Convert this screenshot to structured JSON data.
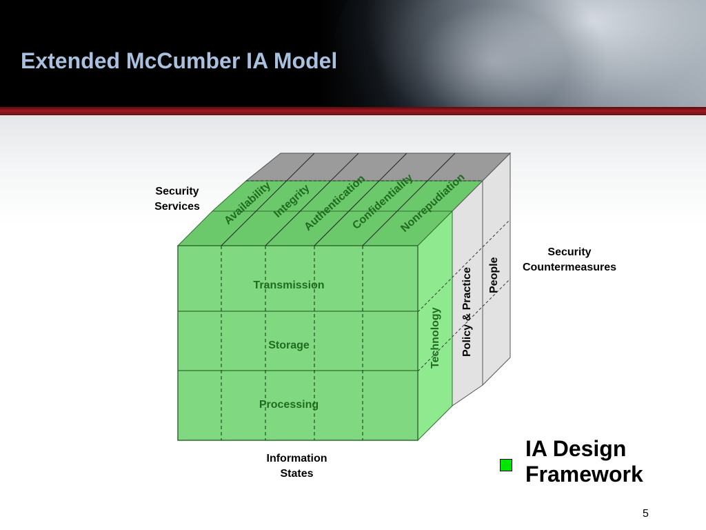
{
  "slide": {
    "title": "Extended McCumber IA Model",
    "page_number": "5"
  },
  "diagram": {
    "security_services_label": [
      "Security",
      "Services"
    ],
    "security_services": [
      "Availability",
      "Integrity",
      "Authentication",
      "Confidentiality",
      "Nonrepudiation"
    ],
    "information_states_label": [
      "Information",
      "States"
    ],
    "information_states": [
      "Transmission",
      "Storage",
      "Processing"
    ],
    "security_countermeasures_label": [
      "Security",
      "Countermeasures"
    ],
    "security_countermeasures": [
      "Technology",
      "Policy & Practice",
      "People"
    ]
  },
  "legend": {
    "text": [
      "IA Design",
      "Framework"
    ],
    "color": "#00e600"
  },
  "colors": {
    "title": "#a9c0de",
    "front_face": "#80d880",
    "top_face": "#6bc96b",
    "top_back": "#9b9b9b",
    "side_tech": "#8fea8f",
    "side_gray": "#e2e2e2",
    "header_red": "#9e1a22"
  }
}
